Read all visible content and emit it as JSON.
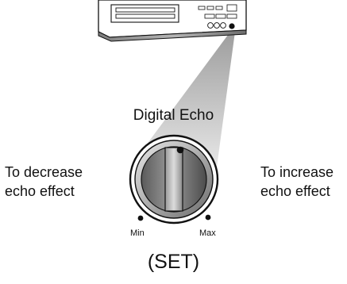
{
  "diagram": {
    "knob_title": "Digital Echo",
    "left_caption": [
      "To decrease",
      "echo effect"
    ],
    "right_caption": [
      "To increase",
      "echo effect"
    ],
    "min_label": "Min",
    "max_label": "Max",
    "mode_label": "(SET)"
  },
  "colors": {
    "line": "#111111",
    "beam": "#bdbdbd",
    "knob_ring": "#aaaaaa",
    "knob_grip": "#c9c9c9",
    "device_body": "#ffffff",
    "device_shadow": "#9a9a9a"
  },
  "icons": [
    "device-front-panel",
    "control-knob",
    "indicator-dot"
  ]
}
